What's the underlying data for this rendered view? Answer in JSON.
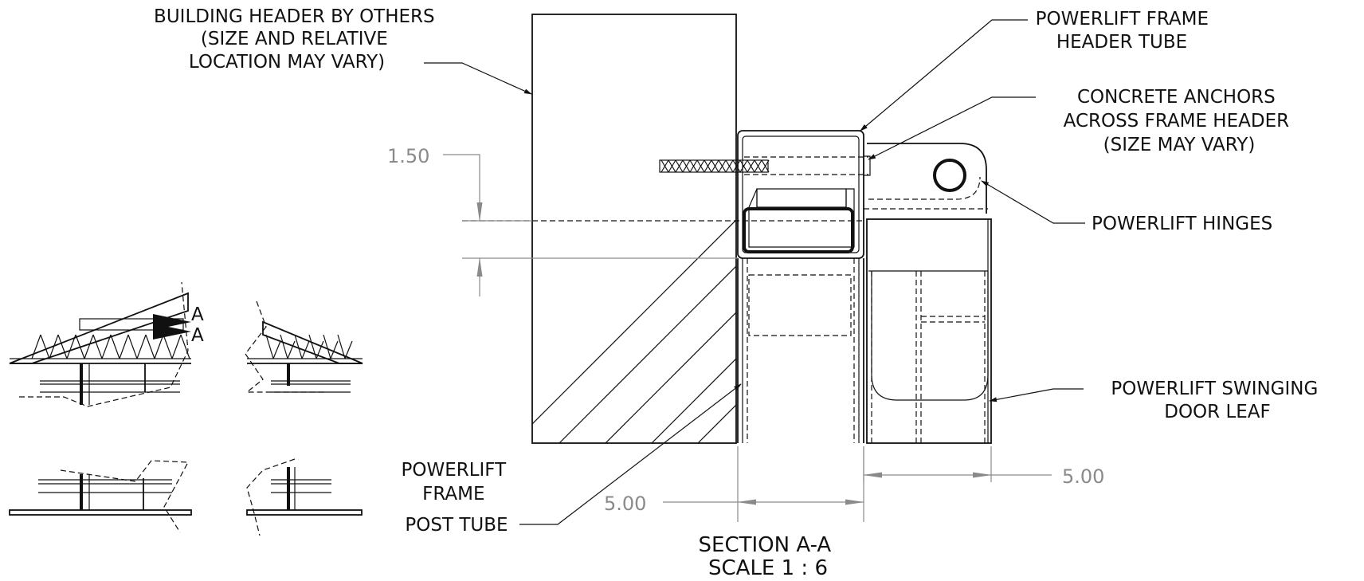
{
  "labels": {
    "building_header": [
      "BUILDING HEADER BY OTHERS",
      "(SIZE AND RELATIVE",
      "LOCATION MAY VARY)"
    ],
    "frame_header_tube": [
      "POWERLIFT FRAME",
      "HEADER TUBE"
    ],
    "concrete_anchors": [
      "CONCRETE ANCHORS",
      "ACROSS FRAME HEADER",
      "(SIZE MAY VARY)"
    ],
    "hinges": [
      "POWERLIFT HINGES"
    ],
    "swinging_door_leaf": [
      "POWERLIFT SWINGING",
      "DOOR LEAF"
    ],
    "frame_post_tube": [
      "POWERLIFT",
      "FRAME",
      "POST TUBE"
    ]
  },
  "dimensions": {
    "vertical": "1.50",
    "post_width": "5.00",
    "leaf_width": "5.00"
  },
  "section_marker": "A",
  "section_title": [
    "SECTION A-A",
    "SCALE 1 : 6"
  ],
  "colors": {
    "line": "#111111",
    "dimension": "#8a8a8a"
  }
}
